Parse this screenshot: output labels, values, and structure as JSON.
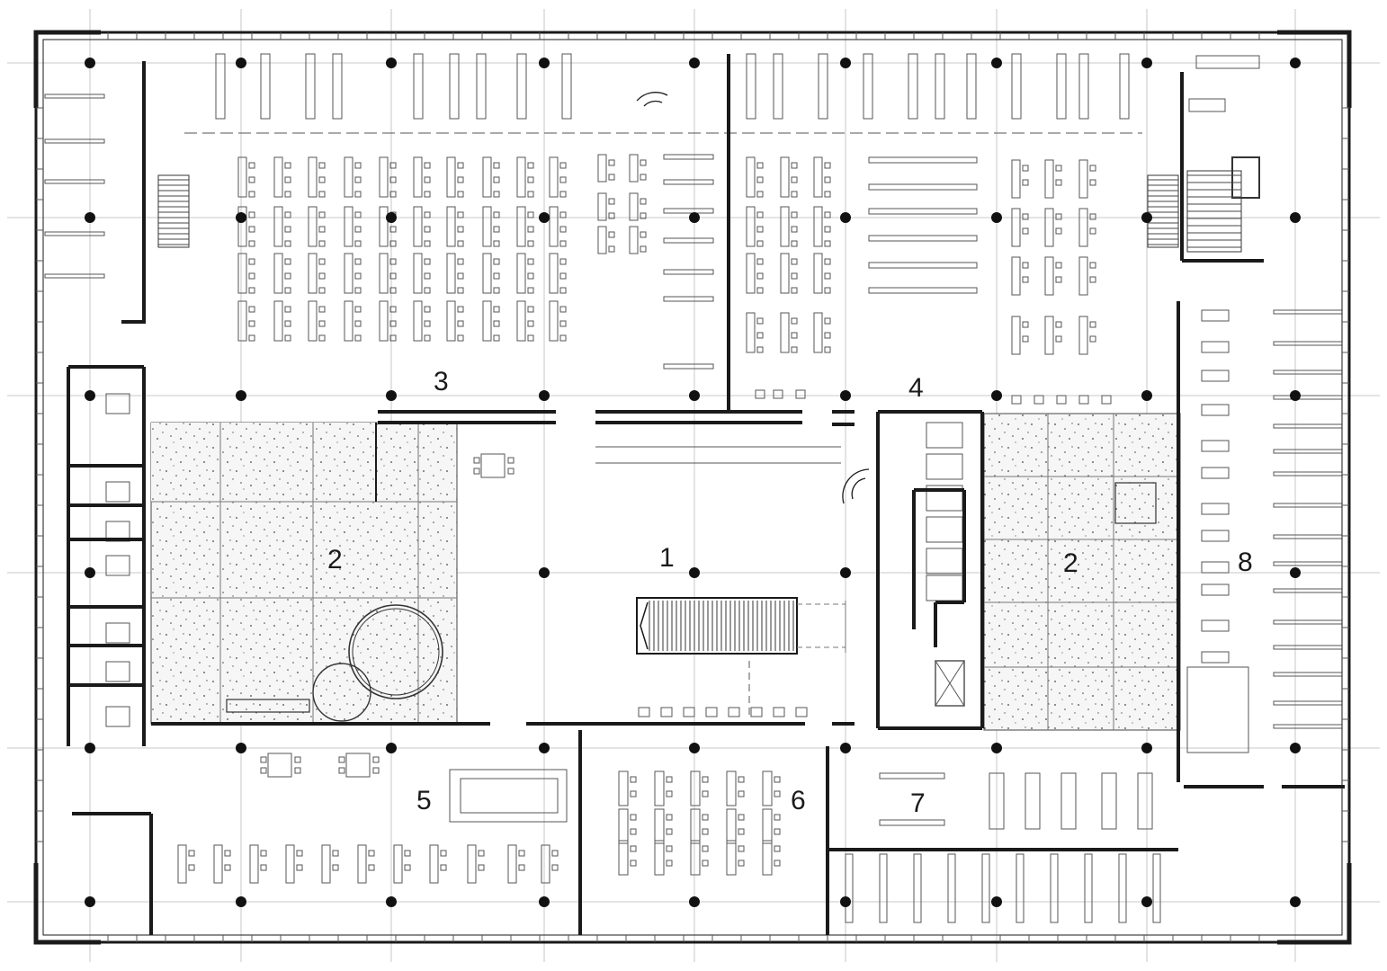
{
  "room_labels": {
    "l1": "1",
    "l2a": "2",
    "l2b": "2",
    "l3": "3",
    "l4": "4",
    "l5": "5",
    "l6": "6",
    "l7": "7",
    "l8": "8"
  },
  "colors": {
    "line": "#1a1a1a",
    "thin": "#555555",
    "grid": "#b9b9b9",
    "courtyard_fill": "#f5f5f5"
  },
  "icons": [
    "spiral-stair-icon",
    "stair-icon",
    "escalator-icon",
    "column-icon",
    "table-set-icon"
  ]
}
